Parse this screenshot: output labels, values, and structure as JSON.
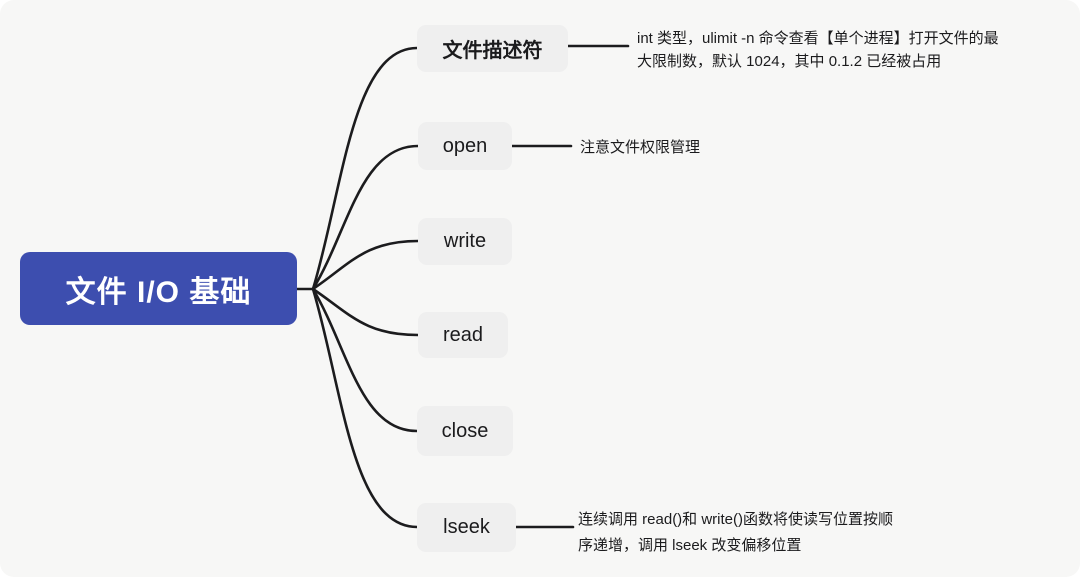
{
  "root": {
    "label": "文件 I/O 基础",
    "bg_color": "#3d4eaf",
    "text_color": "#ffffff"
  },
  "nodes": [
    {
      "id": "fd",
      "label": "文件描述符",
      "annotation_lines": [
        "int 类型，ulimit -n 命令查看【单个进程】打开文件的最",
        "大限制数，默认 1024，其中 0.1.2 已经被占用"
      ]
    },
    {
      "id": "open",
      "label": "open",
      "annotation_lines": [
        "注意文件权限管理"
      ]
    },
    {
      "id": "write",
      "label": "write",
      "annotation_lines": []
    },
    {
      "id": "read",
      "label": "read",
      "annotation_lines": []
    },
    {
      "id": "close",
      "label": "close",
      "annotation_lines": []
    },
    {
      "id": "lseek",
      "label": "lseek",
      "annotation_lines": [
        "连续调用 read()和 write()函数将使读写位置按顺",
        "序递增，调用 lseek 改变偏移位置"
      ]
    }
  ],
  "colors": {
    "background": "#f7f7f6",
    "node_background": "#efefef",
    "root_background": "#3d4eaf",
    "line_color": "#1c1c1e",
    "text_color": "#1b1b1d"
  }
}
